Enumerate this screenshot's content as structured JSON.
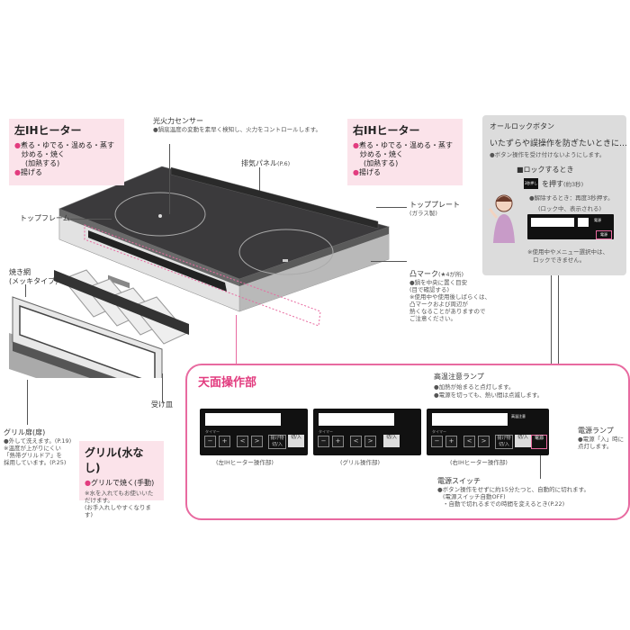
{
  "labels": {
    "hikari_title": "光火力センサー",
    "hikari_desc1": "●鍋底温度の変動を素早く検知し、火力をコントロールします。",
    "exhaust": "排気パネル",
    "exhaust_note": "(P.6)",
    "top_frame": "トップフレーム",
    "top_plate": "トッププレート",
    "top_plate_note": "(ガラス製)",
    "convex_mark": "凸マーク",
    "convex_note": "(★4が所)",
    "convex_desc1": "●鍋を中央に置く目安",
    "convex_desc2": "(目で確認する)",
    "convex_desc3": "※使用中や使用後しばらくは、",
    "convex_desc4": "凸マークおよび周辺が",
    "convex_desc5": "熱くなることがありますので",
    "convex_desc6": "ご注意ください。",
    "grill_net": "焼き網",
    "grill_net_note": "(メッキタイプ)",
    "grill_door": "グリル扉(扉)",
    "grill_door_d1": "●外して洗えます。(P.19)",
    "grill_door_d2": "※温度が上がりにくい",
    "grill_door_d3": "「熱帯グリルドア」を",
    "grill_door_d4": "採用しています。(P.25)",
    "tray": "受け皿"
  },
  "left_ih": {
    "title": "左IHヒーター",
    "line1": "煮る・ゆでる・温める・蒸す",
    "line2": "炒める・焼く",
    "line3": "(加熱する)",
    "line4": "揚げる"
  },
  "right_ih": {
    "title": "右IHヒーター",
    "line1": "煮る・ゆでる・温める・蒸す",
    "line2": "炒める・焼く",
    "line3": "(加熱する)",
    "line4": "揚げる"
  },
  "grill": {
    "title": "グリル(水なし)",
    "line1": "グリルで焼く(手動)",
    "note1": "※水を入れてもお使いいただけます。",
    "note2": "(お手入れしやすくなります)"
  },
  "lock": {
    "title": "オールロックボタン",
    "headline": "いたずらや誤操作を防ぎたいときに…",
    "desc": "●ボタン操作を受け付けないようにします。",
    "sub": "■ロックするとき",
    "press": "を押す",
    "press_note": "(約3秒)",
    "release": "●解除するとき：再度3秒押す。",
    "display_note": "(ロック中、表示される)",
    "key_label": "3秒押し",
    "mini_label": "電源",
    "foot1": "※使用中やメニュー選択中は、",
    "foot2": "ロックできません。"
  },
  "panel": {
    "title": "天面操作部",
    "warn_title": "高温注意ランプ",
    "warn_d1": "●加熱が始まると点灯します。",
    "warn_d2": "●電源を切っても、熱い間は点滅します。",
    "warn_tag": "高温注意",
    "timer": "タイマー",
    "minus": "−",
    "plus": "+",
    "left_arrow": "<",
    "right_arrow": ">",
    "menu_key": "揚げ物切/入",
    "onoff_key": "切/入",
    "cap_left": "(左IHヒーター操作部)",
    "cap_grill": "(グリル操作部)",
    "cap_right": "(右IHヒーター操作部)",
    "power_lamp": "電源ランプ",
    "power_lamp_d1": "●電源「入」時に",
    "power_lamp_d2": "点灯します。",
    "power_btn": "電源",
    "switch_title": "電源スイッチ",
    "switch_d1": "●ボタン操作をせずに約15分たつと、自動的に切れます。",
    "switch_d2": "(電源スイッチ自動OFF)",
    "switch_d3": "・自動で切れるまでの時間を変えるとき(P.22)"
  },
  "colors": {
    "accent": "#e86aa0",
    "pink_bg": "#fbe3ea",
    "lock_bg": "#dcdcdc"
  }
}
